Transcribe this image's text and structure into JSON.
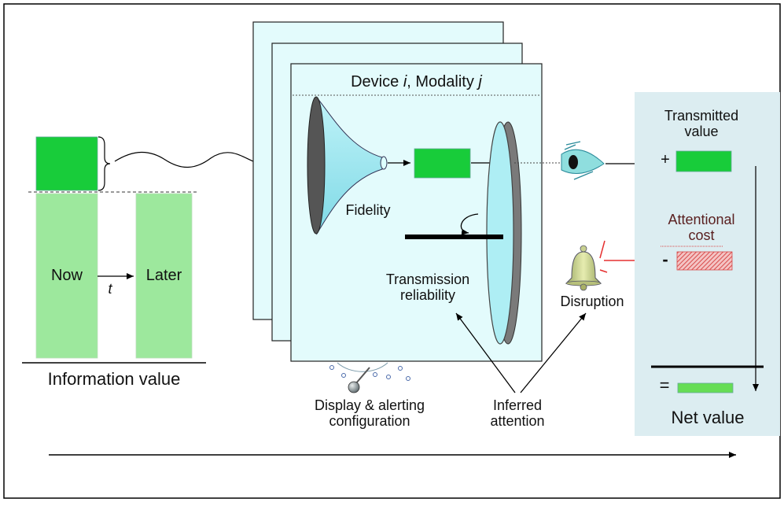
{
  "information": {
    "now_label": "Now",
    "later_label": "Later",
    "time_symbol": "t",
    "caption": "Information value"
  },
  "device": {
    "title_prefix": "Device ",
    "title_i": "i",
    "title_mid": ", Modality ",
    "title_j": "j",
    "fidelity_label": "Fidelity",
    "reliability_line1": "Transmission",
    "reliability_line2": "reliability",
    "display_line1": "Display & alerting",
    "display_line2": "configuration"
  },
  "attention": {
    "disruption_label": "Disruption",
    "inferred_line1": "Inferred",
    "inferred_line2": "attention"
  },
  "output": {
    "transmitted_line1": "Transmitted",
    "transmitted_line2": "value",
    "plus_sign": "+",
    "cost_line1": "Attentional",
    "cost_line2": "cost",
    "minus_sign": "-",
    "equals_sign": "=",
    "net_label": "Net value"
  },
  "colors": {
    "bright_green": "#18cc3a",
    "light_green": "#9de89d",
    "panel_cyan": "#e3fbfc",
    "output_panel": "#dcedf1",
    "hatch_red": "#d84a4a",
    "alert_red": "#e53030"
  }
}
